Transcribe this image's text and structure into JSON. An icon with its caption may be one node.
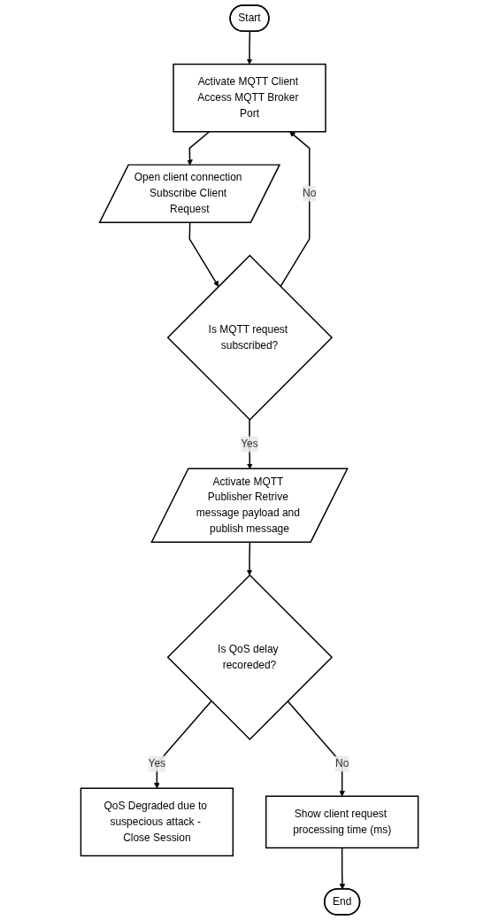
{
  "diagram": {
    "nodes": [
      {
        "text": [
          "Start"
        ]
      },
      {
        "text": [
          "Activate MQTT Client Access MQTT Broker Port"
        ]
      },
      {
        "text": [
          "Open client connection Subscribe Client Request"
        ]
      },
      {
        "text": [
          "Is MQTT request subscribed?"
        ]
      },
      {
        "text": [
          "Activate MQTT Publisher Retrive message payload and publish message"
        ]
      },
      {
        "text": [
          "Is QoS delay recoreded?"
        ]
      },
      {
        "text": [
          "QoS Degraded due to suspecious attack - Close Session"
        ]
      },
      {
        "text": [
          "Show client request processing time (ms)"
        ]
      },
      {
        "text": [
          "End"
        ]
      }
    ],
    "edges": [
      {
        "from": 0,
        "to": 1,
        "arrow": "to"
      },
      {
        "from": 1,
        "to": 2,
        "arrow": "to"
      },
      {
        "from": 2,
        "to": 3,
        "arrow": "to"
      },
      {
        "from": 3,
        "to": 1,
        "label": "No",
        "arrow": "to"
      },
      {
        "from": 3,
        "to": 4,
        "label": "Yes",
        "arrow": "to"
      },
      {
        "from": 4,
        "to": 5,
        "arrow": "to"
      },
      {
        "from": 5,
        "to": 6,
        "label": "Yes",
        "arrow": "to"
      },
      {
        "from": 5,
        "to": 7,
        "label": "No",
        "arrow": "to"
      },
      {
        "from": 7,
        "to": 8,
        "arrow": "to"
      }
    ]
  }
}
